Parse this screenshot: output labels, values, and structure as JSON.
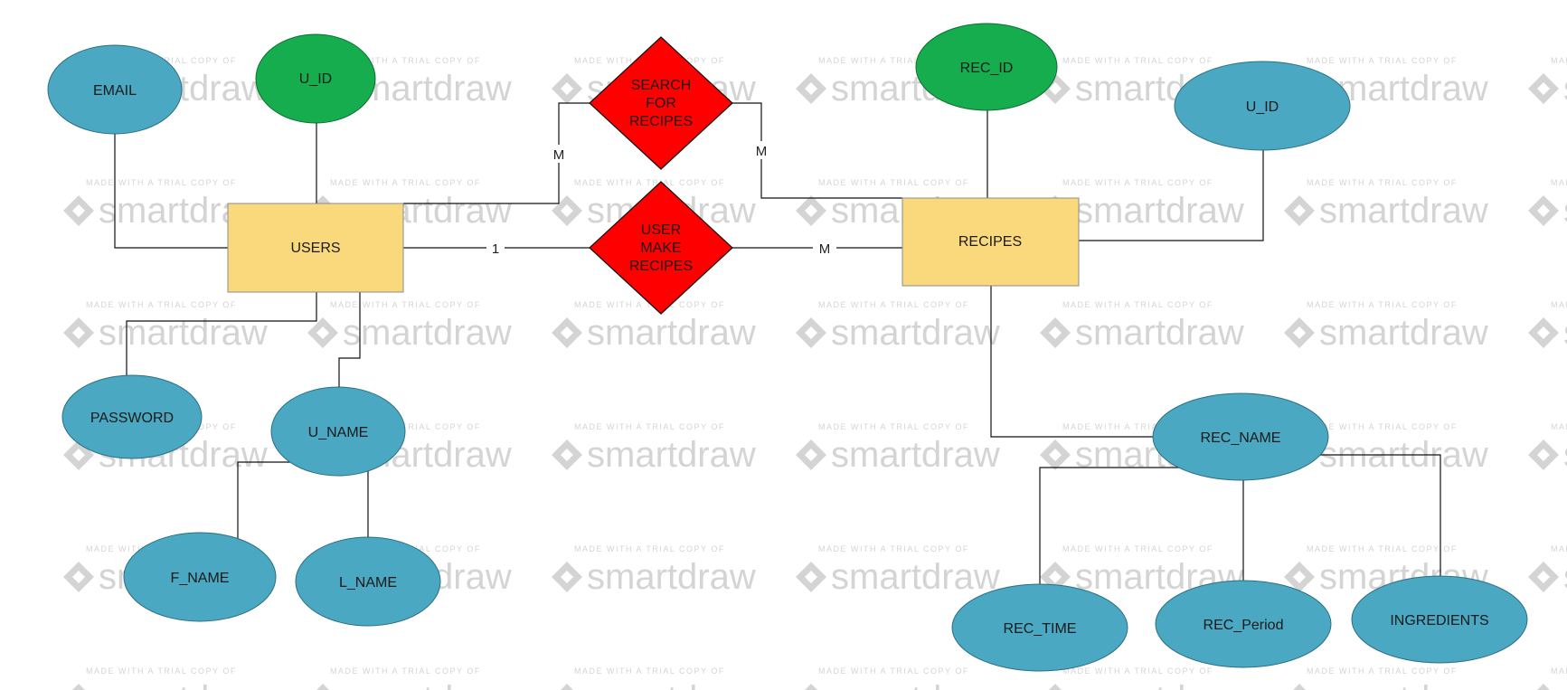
{
  "watermark": {
    "small_text": "MADE WITH A TRIAL COPY OF",
    "brand_text": "smartdraw"
  },
  "entities": {
    "users": "USERS",
    "recipes": "RECIPES"
  },
  "relationships": {
    "search": [
      "SEARCH",
      "FOR",
      "RECIPES"
    ],
    "make": [
      "USER",
      "MAKE",
      "RECIPES"
    ]
  },
  "attributes": {
    "email": "EMAIL",
    "users_u_id": "U_ID",
    "password": "PASSWORD",
    "u_name": "U_NAME",
    "f_name": "F_NAME",
    "l_name": "L_NAME",
    "rec_id": "REC_ID",
    "recipes_u_id": "U_ID",
    "rec_name": "REC_NAME",
    "rec_time": "REC_TIME",
    "rec_period": "REC_Period",
    "ingredients": "INGREDIENTS"
  },
  "cardinalities": {
    "search_users_side": "M",
    "search_recipes_side": "M",
    "make_users_side": "1",
    "make_recipes_side": "M"
  },
  "colors": {
    "entity_fill": "#FAD97C",
    "key_attribute_fill": "#16AD4E",
    "attribute_fill": "#4AA8C2",
    "relationship_fill": "#FF0000"
  }
}
